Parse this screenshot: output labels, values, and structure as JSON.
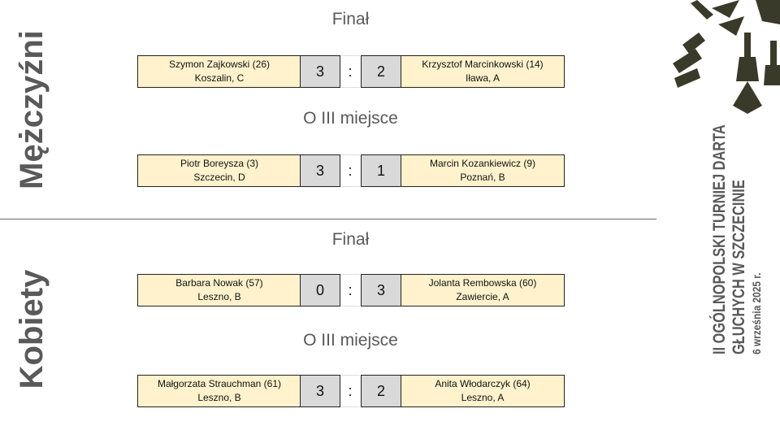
{
  "sections": {
    "men": {
      "label": "Mężczyźni",
      "final": {
        "title": "Finał",
        "left": {
          "name": "Szymon Zajkowski (26)",
          "city": "Koszalin, C",
          "score": "3"
        },
        "separator": ":",
        "right": {
          "name": "Krzysztof Marcinkowski (14)",
          "city": "Iława, A",
          "score": "2"
        }
      },
      "third": {
        "title": "O III miejsce",
        "left": {
          "name": "Piotr Boreysza (3)",
          "city": "Szczecin, D",
          "score": "3"
        },
        "separator": ":",
        "right": {
          "name": "Marcin Kozankiewicz (9)",
          "city": "Poznań, B",
          "score": "1"
        }
      }
    },
    "women": {
      "label": "Kobiety",
      "final": {
        "title": "Finał",
        "left": {
          "name": "Barbara Nowak (57)",
          "city": "Leszno, B",
          "score": "0"
        },
        "separator": ":",
        "right": {
          "name": "Jolanta Rembowska (60)",
          "city": "Zawiercie, A",
          "score": "3"
        }
      },
      "third": {
        "title": "O III miejsce",
        "left": {
          "name": "Małgorzata Strauchman (61)",
          "city": "Leszno, B",
          "score": "3"
        },
        "separator": ":",
        "right": {
          "name": "Anita Włodarczyk (64)",
          "city": "Leszno, A",
          "score": "2"
        }
      }
    }
  },
  "tournament": {
    "line1": "II OGÓLNOPOLSKI TURNIEJ DARTA",
    "line2": "GŁUCHYCH W SZCZECINIE",
    "date": "6 września 2025 r."
  },
  "colors": {
    "player_bg": "#fff2cc",
    "score_bg": "#d9d9d9",
    "label": "#595959",
    "logo": "#3a3a2a"
  },
  "icons": {
    "logo": "darts-icon"
  }
}
